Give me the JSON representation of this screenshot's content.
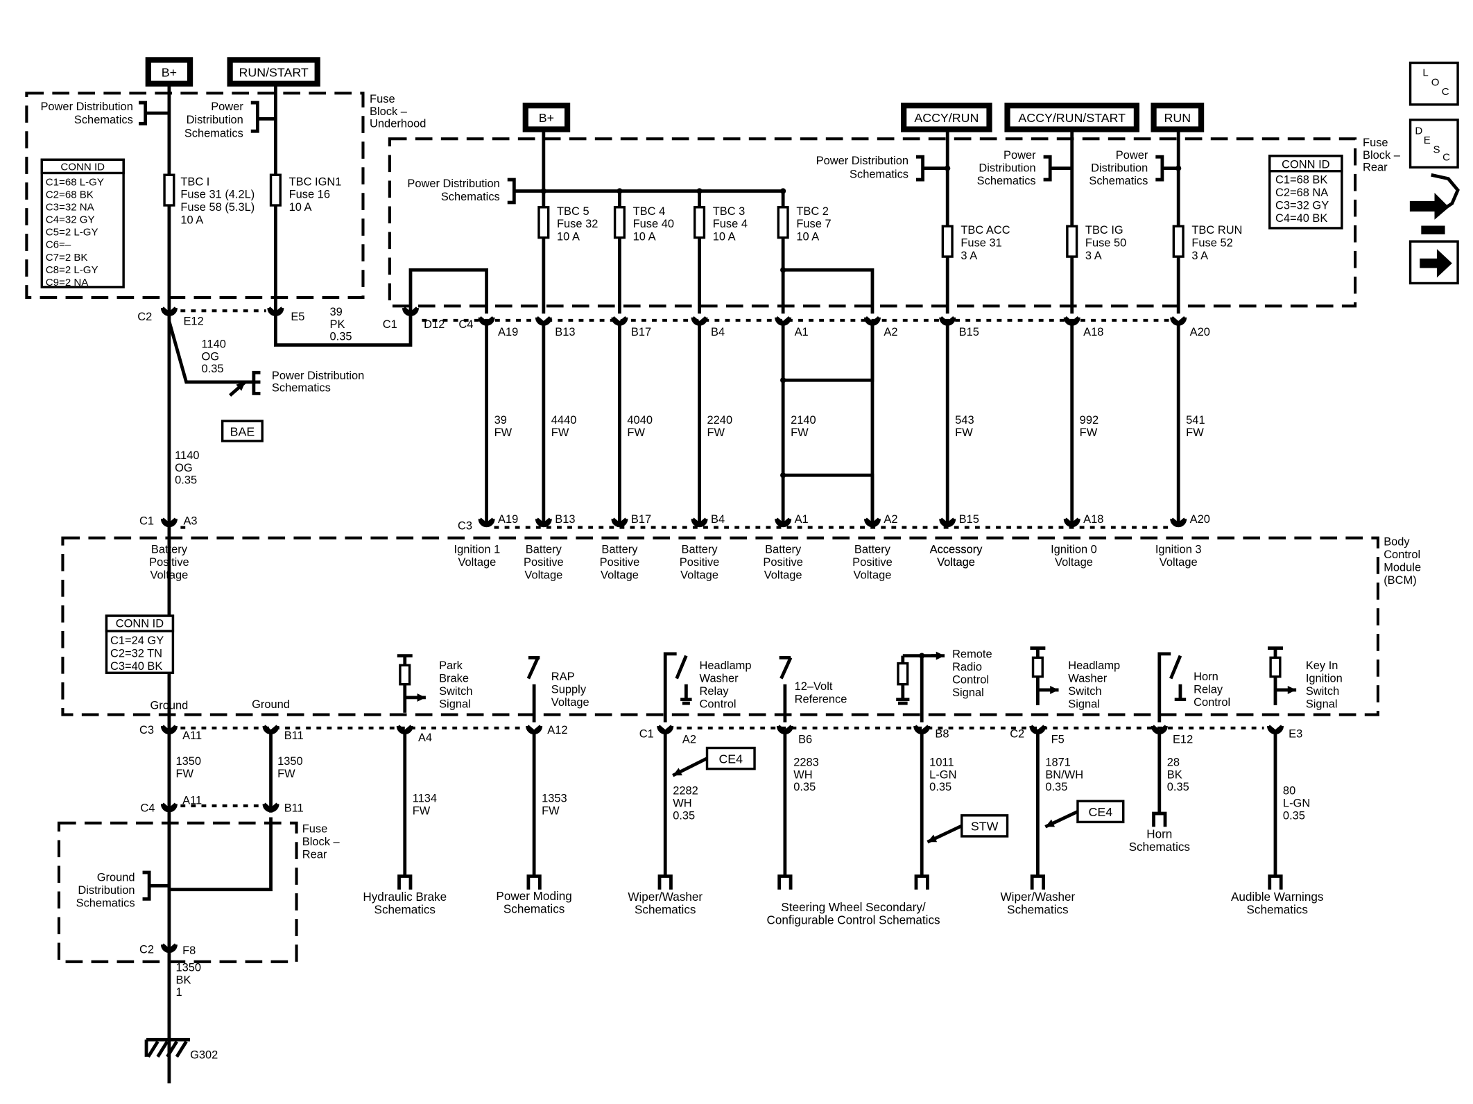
{
  "power_sources": [
    "B+",
    "RUN/START",
    "B+",
    "ACCY/RUN",
    "ACCY/RUN/START",
    "RUN"
  ],
  "underhood_fuse_block": {
    "title": [
      "Fuse",
      "Block –",
      "Underhood"
    ],
    "pd_left": [
      "Power Distribution",
      "Schematics"
    ],
    "pd_right": [
      "Power",
      "Distribution",
      "Schematics"
    ],
    "conn_id": {
      "title": "CONN ID",
      "rows": [
        "C1=68 L-GY",
        "C2=68 BK",
        "C3=32 NA",
        "C4=32 GY",
        "C5=2 L-GY",
        "C6=–",
        "C7=2 BK",
        "C8=2 L-GY",
        "C9=2 NA"
      ]
    },
    "fuse1": [
      "TBC I",
      "Fuse 31 (4.2L)",
      "Fuse 58 (5.3L)",
      "10 A"
    ],
    "fuse2": [
      "TBC IGN1",
      "Fuse 16",
      "10 A"
    ]
  },
  "rear_fuse_block": {
    "title": [
      "Fuse",
      "Block –",
      "Rear"
    ],
    "pd1": [
      "Power Distribution",
      "Schematics"
    ],
    "pd2": [
      "Power Distribution",
      "Schematics"
    ],
    "pd3": [
      "Power",
      "Distribution",
      "Schematics"
    ],
    "pd4": [
      "Power",
      "Distribution",
      "Schematics"
    ],
    "conn_id": {
      "title": "CONN ID",
      "rows": [
        "C1=68 BK",
        "C2=68 NA",
        "C3=32 GY",
        "C4=40 BK"
      ]
    },
    "fuses": [
      [
        "TBC 5",
        "Fuse 32",
        "10 A"
      ],
      [
        "TBC 4",
        "Fuse 40",
        "10 A"
      ],
      [
        "TBC 3",
        "Fuse 4",
        "10 A"
      ],
      [
        "TBC 2",
        "Fuse 7",
        "10 A"
      ],
      [
        "TBC ACC",
        "Fuse 31",
        "3 A"
      ],
      [
        "TBC IG",
        "Fuse 50",
        "3 A"
      ],
      [
        "TBC RUN",
        "Fuse 52",
        "3 A"
      ]
    ]
  },
  "connectors_top": {
    "c2": "C2",
    "e12": "E12",
    "e5": "E5",
    "c1": "C1",
    "d12": "D12",
    "c4": "C4",
    "pins": [
      "A19",
      "B13",
      "B17",
      "B4",
      "A1",
      "A2",
      "B15",
      "A18",
      "A20"
    ]
  },
  "wires_top": {
    "w39pk": [
      "39",
      "PK",
      "0.35"
    ],
    "w1140a": [
      "1140",
      "OG",
      "0.35"
    ],
    "pd_bae": [
      "Power Distribution",
      "Schematics"
    ],
    "bae": "BAE",
    "w1140b": [
      "1140",
      "OG",
      "0.35"
    ],
    "fw": [
      [
        "39",
        "FW"
      ],
      [
        "4440",
        "FW"
      ],
      [
        "4040",
        "FW"
      ],
      [
        "2240",
        "FW"
      ],
      [
        "2140",
        "FW"
      ],
      [
        "543",
        "FW"
      ],
      [
        "992",
        "FW"
      ],
      [
        "541",
        "FW"
      ]
    ]
  },
  "bcm": {
    "title": [
      "Body",
      "Control",
      "Module",
      "(BCM)"
    ],
    "c1": "C1",
    "a3": "A3",
    "c3": "C3",
    "pins": [
      "A19",
      "B13",
      "B17",
      "B4",
      "A1",
      "A2",
      "B15",
      "A18",
      "A20"
    ],
    "inputs": [
      [
        "Battery",
        "Positive",
        "Voltage"
      ],
      [
        "Ignition 1",
        "Voltage"
      ],
      [
        "Battery",
        "Positive",
        "Voltage"
      ],
      [
        "Battery",
        "Positive",
        "Voltage"
      ],
      [
        "Battery",
        "Positive",
        "Voltage"
      ],
      [
        "Battery",
        "Positive",
        "Voltage"
      ],
      [
        "Battery",
        "Positive",
        "Voltage"
      ],
      [
        "Accessory",
        "Voltage"
      ],
      [
        "Ignition 0",
        "Voltage"
      ],
      [
        "Ignition 3",
        "Voltage"
      ]
    ],
    "conn_id": {
      "title": "CONN ID",
      "rows": [
        "C1=24 GY",
        "C2=32 TN",
        "C3=40 BK"
      ]
    },
    "signals": [
      [
        "Park",
        "Brake",
        "Switch",
        "Signal"
      ],
      [
        "RAP",
        "Supply",
        "Voltage"
      ],
      [
        "Headlamp",
        "Washer",
        "Relay",
        "Control"
      ],
      [
        "12–Volt",
        "Reference"
      ],
      [
        "Remote",
        "Radio",
        "Control",
        "Signal"
      ],
      [
        "Headlamp",
        "Washer",
        "Switch",
        "Signal"
      ],
      [
        "Horn",
        "Relay",
        "Control"
      ],
      [
        "Key In",
        "Ignition",
        "Switch",
        "Signal"
      ]
    ],
    "ground1": "Ground",
    "ground2": "Ground"
  },
  "connectors_bottom": {
    "c3": "C3",
    "a11": "A11",
    "b11": "B11",
    "a4": "A4",
    "a12": "A12",
    "c1": "C1",
    "a2": "A2",
    "b6": "B6",
    "b8": "B8",
    "c2": "C2",
    "f5": "F5",
    "e12": "E12",
    "e3": "E3",
    "c4": "C4",
    "a11b": "A11",
    "b11b": "B11",
    "c2b": "C2",
    "f8": "F8"
  },
  "wires_bottom": {
    "w1350a": [
      "1350",
      "FW"
    ],
    "w1350b": [
      "1350",
      "FW"
    ],
    "w1134": [
      "1134",
      "FW"
    ],
    "w1353": [
      "1353",
      "FW"
    ],
    "w2282": [
      "2282",
      "WH",
      "0.35"
    ],
    "w2283": [
      "2283",
      "WH",
      "0.35"
    ],
    "w1011": [
      "1011",
      "L-GN",
      "0.35"
    ],
    "w1871": [
      "1871",
      "BN/WH",
      "0.35"
    ],
    "w28": [
      "28",
      "BK",
      "0.35"
    ],
    "w80": [
      "80",
      "L-GN",
      "0.35"
    ],
    "w1350bk": [
      "1350",
      "BK",
      "1"
    ]
  },
  "destinations": [
    [
      "Hydraulic Brake",
      "Schematics"
    ],
    [
      "Power Moding",
      "Schematics"
    ],
    [
      "Wiper/Washer",
      "Schematics"
    ],
    [
      "Steering Wheel Secondary/",
      "Configurable Control Schematics"
    ],
    [
      "Wiper/Washer",
      "Schematics"
    ],
    [
      "Horn",
      "Schematics"
    ],
    [
      "Audible Warnings",
      "Schematics"
    ]
  ],
  "refs": {
    "ce4a": "CE4",
    "ce4b": "CE4",
    "stw": "STW"
  },
  "rear_fuse_block_lower": {
    "title": [
      "Fuse",
      "Block –",
      "Rear"
    ],
    "gd": [
      "Ground",
      "Distribution",
      "Schematics"
    ]
  },
  "ground": "G302",
  "nav": {
    "loc": [
      "L",
      "O",
      "C"
    ],
    "desc": [
      "D",
      "E",
      "S",
      "C"
    ]
  }
}
